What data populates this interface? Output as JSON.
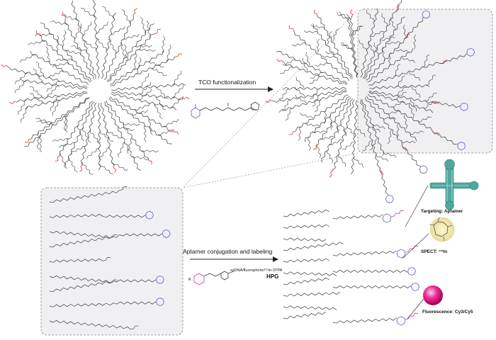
{
  "arrows": {
    "tco_label": "TCO functionalization",
    "aptamer_label": "Aptamer conjugation and labeling",
    "reagent_label": "ssDNA/fluorophore/¹¹¹In-3TPA"
  },
  "product": {
    "hpg_label": "HPG",
    "targeting_label": "Targeting: Aptamer",
    "spect_label": "SPECT: ¹¹¹In",
    "fluorescence_label": "Fluorescence: Cy3/Cy5"
  },
  "colors": {
    "line": "#3a3a3a",
    "amine": "#d9342b",
    "tco": "#5560c8",
    "tetrazine": "#c040a0",
    "aptamer": "#4fa89d",
    "zoom_box": "#f0f0f3",
    "fluor": "#e0107a"
  }
}
